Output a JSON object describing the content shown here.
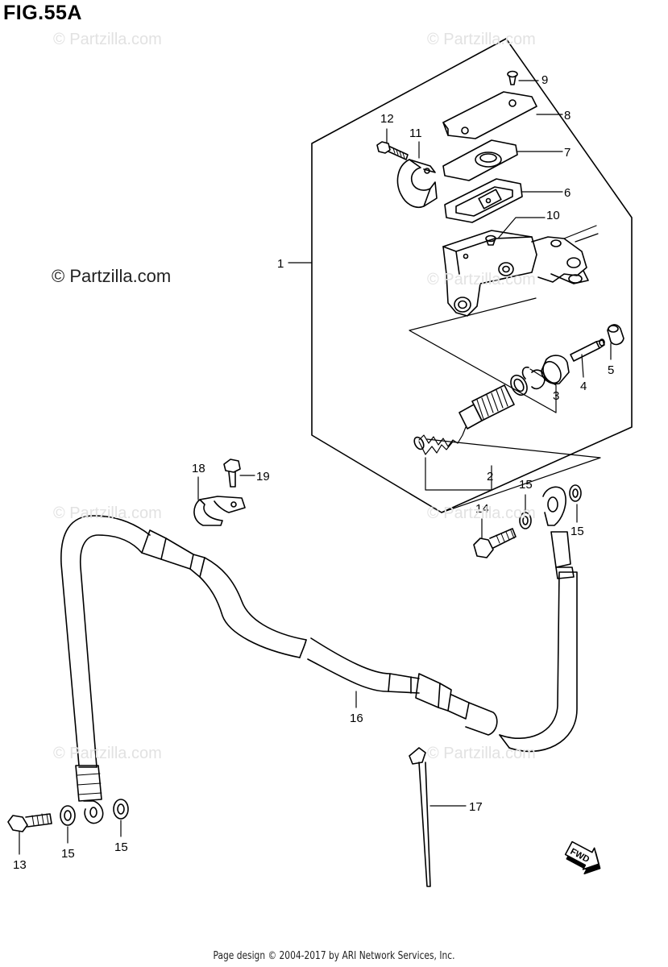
{
  "figure": {
    "title": "FIG.55A",
    "copyright": "© Partzilla.com",
    "watermark": "© Partzilla.com",
    "footer": "Page design © 2004-2017 by ARI Network Services, Inc.",
    "fwd_label": "FWD"
  },
  "callouts": [
    "1",
    "2",
    "3",
    "4",
    "5",
    "6",
    "7",
    "8",
    "9",
    "10",
    "11",
    "12",
    "13",
    "14",
    "15",
    "15",
    "15",
    "15",
    "16",
    "17",
    "18",
    "19"
  ],
  "colors": {
    "line": "#000000",
    "shade": "#cfcfcf",
    "watermark": "#e2e2e2"
  }
}
